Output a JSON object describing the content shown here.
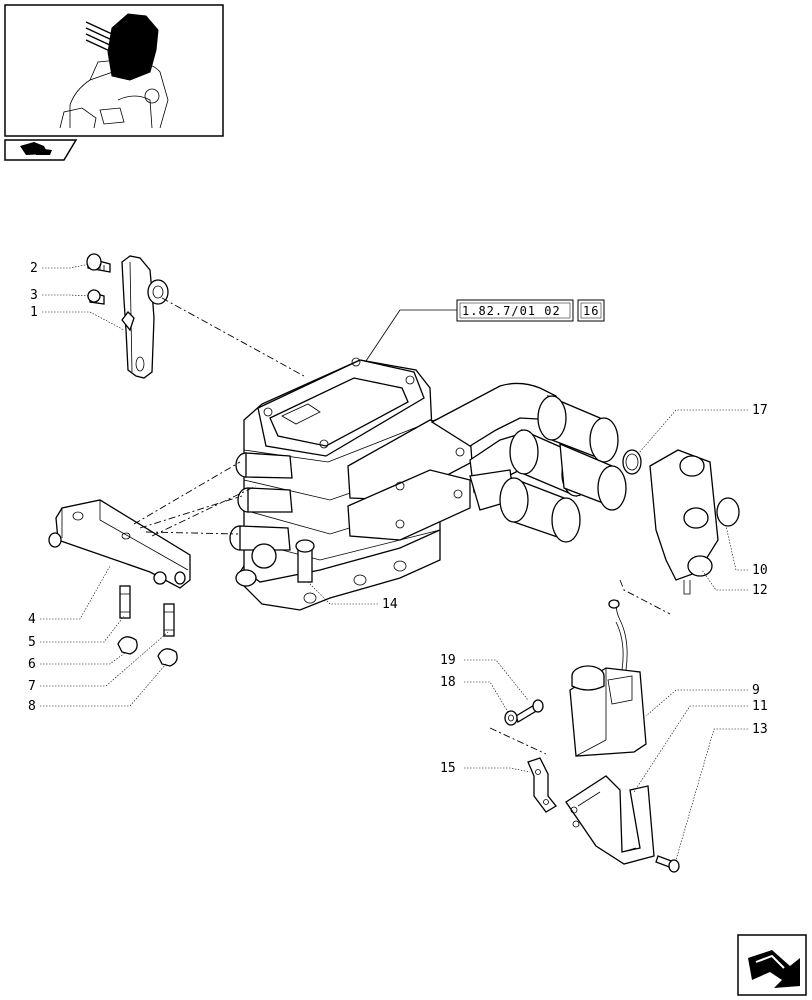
{
  "reference": {
    "code": "1.82.7/01 02",
    "sheet": "16"
  },
  "callouts": [
    {
      "id": "c1",
      "label": "1"
    },
    {
      "id": "c2",
      "label": "2"
    },
    {
      "id": "c3",
      "label": "3"
    },
    {
      "id": "c4",
      "label": "4"
    },
    {
      "id": "c5",
      "label": "5"
    },
    {
      "id": "c6",
      "label": "6"
    },
    {
      "id": "c7",
      "label": "7"
    },
    {
      "id": "c8",
      "label": "8"
    },
    {
      "id": "c9",
      "label": "9"
    },
    {
      "id": "c10",
      "label": "10"
    },
    {
      "id": "c11",
      "label": "11"
    },
    {
      "id": "c12",
      "label": "12"
    },
    {
      "id": "c13",
      "label": "13"
    },
    {
      "id": "c14",
      "label": "14"
    },
    {
      "id": "c15",
      "label": "15"
    },
    {
      "id": "c17",
      "label": "17"
    },
    {
      "id": "c18",
      "label": "18"
    },
    {
      "id": "c19",
      "label": "19"
    }
  ],
  "icons": {
    "locator": "tractor-locator-thumbnail-icon",
    "tab": "tractor-tab-icon",
    "nav": "next-page-arrow-icon"
  }
}
